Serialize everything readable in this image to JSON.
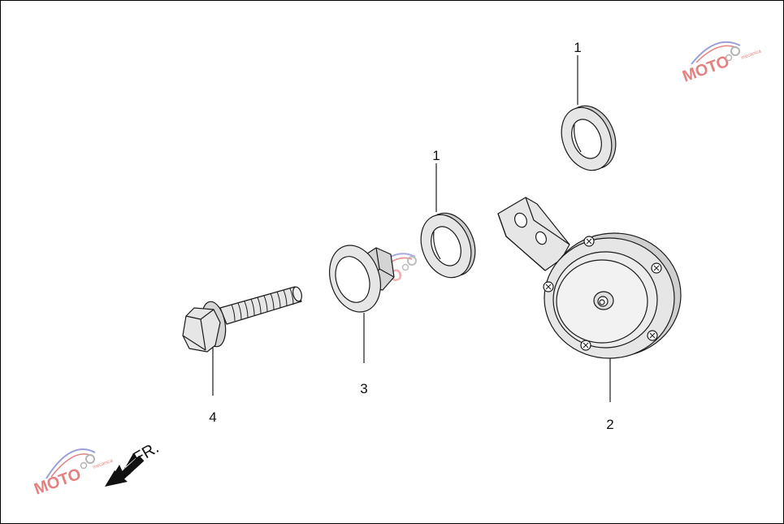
{
  "callouts": {
    "washer_upper": "1",
    "washer_middle": "1",
    "horn": "2",
    "spacer": "3",
    "bolt": "4"
  },
  "direction_indicator": {
    "label": "FR.",
    "icon": "arrow-down-left-icon"
  },
  "colors": {
    "part_fill": "#e6e6e6",
    "part_shade": "#cfcfcf",
    "line": "#1a1a1a",
    "watermark_blue": "#8a8fd6",
    "watermark_red": "#e06a6a",
    "watermark_gray": "#a8a8a8"
  }
}
